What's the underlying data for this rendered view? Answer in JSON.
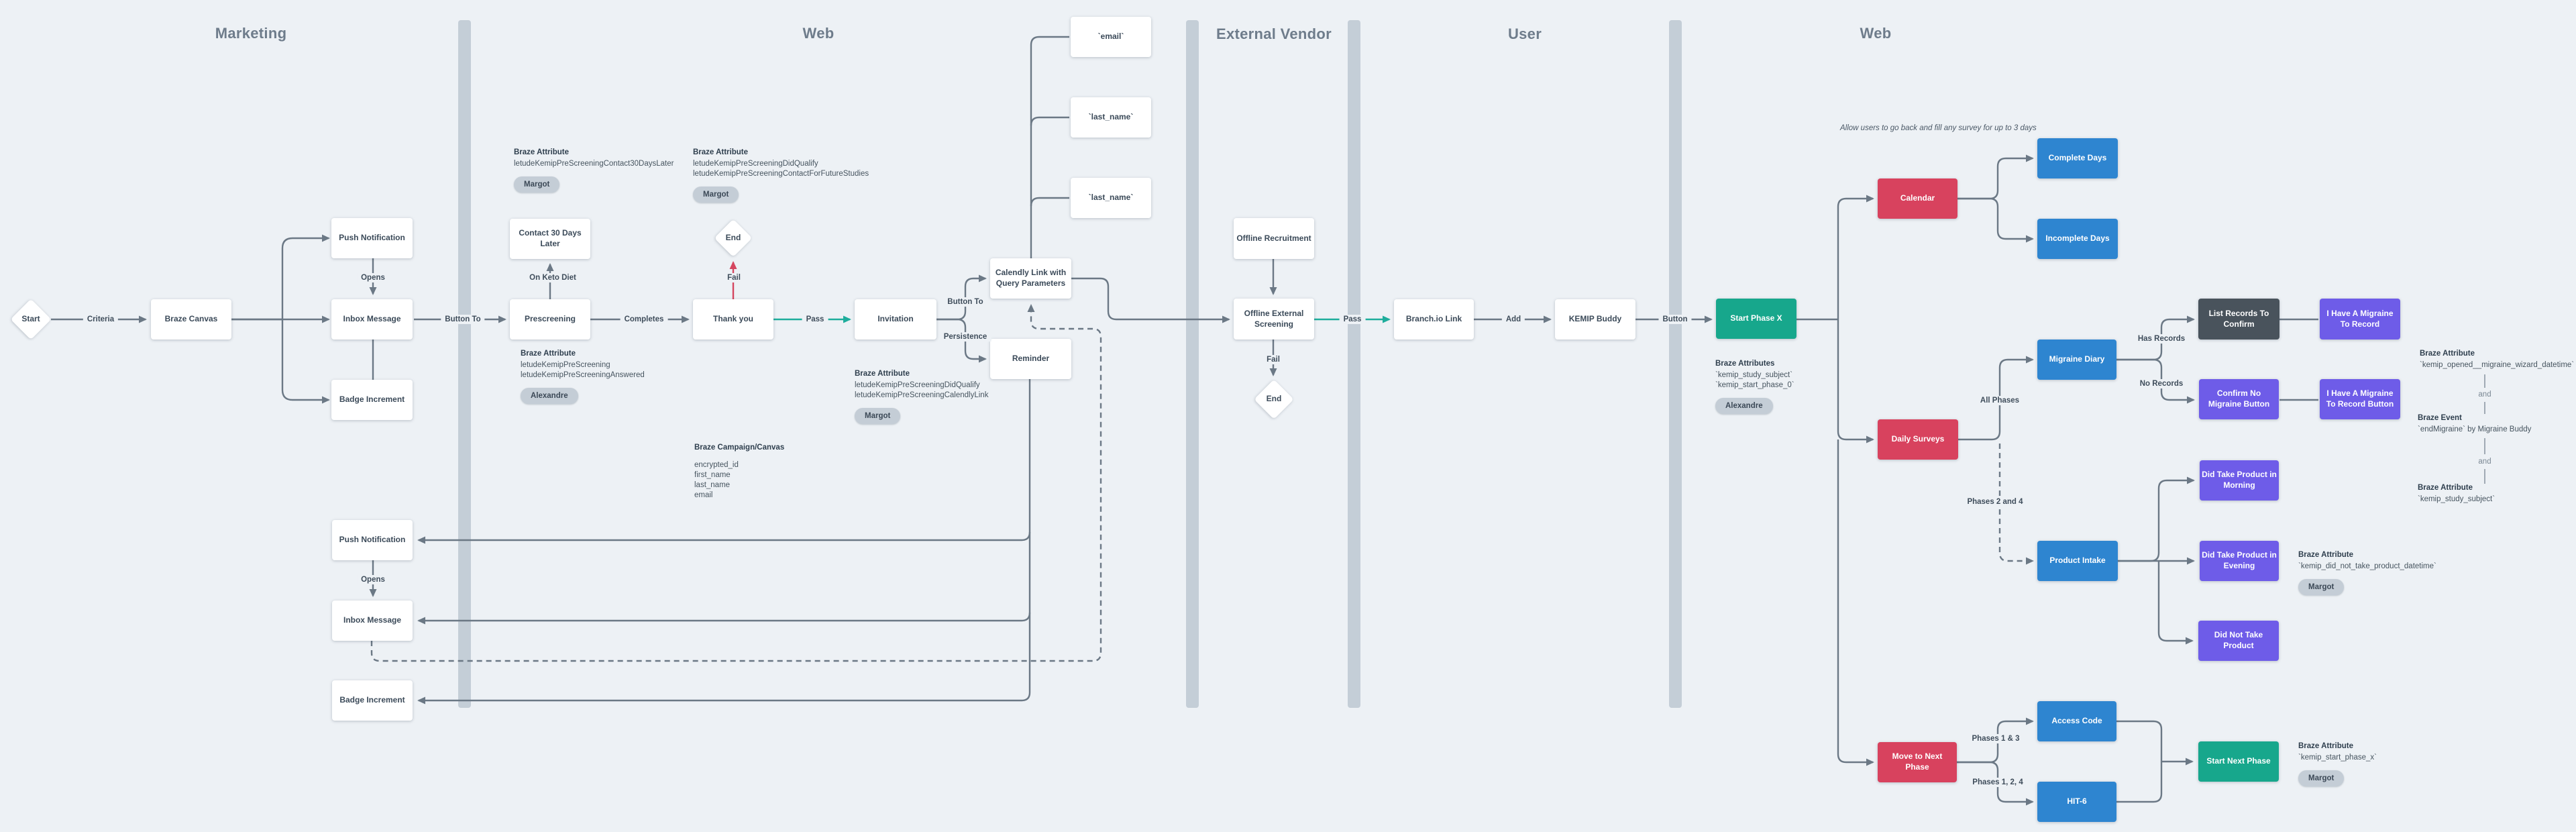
{
  "lanes": {
    "marketing": "Marketing",
    "web-1": "Web",
    "external-vendor": "External Vendor",
    "user": "User",
    "web-2": "Web"
  },
  "nodes": {
    "start": "Start",
    "braze-canvas": "Braze Canvas",
    "push-notification-1": "Push Notification",
    "inbox-message-1": "Inbox Message",
    "badge-increment-1": "Badge Increment",
    "contact-30-days-later": "Contact 30 Days Later",
    "prescreening": "Prescreening",
    "end-1": "End",
    "thank-you": "Thank you",
    "invitation": "Invitation",
    "calendly-link": "Calendly Link with Query Parameters",
    "reminder": "Reminder",
    "email-param": "`email`",
    "last-name-param-1": "`last_name`",
    "last-name-param-2": "`last_name`",
    "push-notification-2": "Push Notification",
    "inbox-message-2": "Inbox Message",
    "badge-increment-2": "Badge Increment",
    "offline-recruitment": "Offline Recruitment",
    "offline-external-screening": "Offline External Screening",
    "end-2": "End",
    "branch-io-link": "Branch.io Link",
    "kemip-buddy": "KEMIP Buddy",
    "start-phase-x": "Start Phase X",
    "calendar": "Calendar",
    "complete-days": "Complete Days",
    "incomplete-days": "Incomplete Days",
    "daily-surveys": "Daily Surveys",
    "migraine-diary": "Migraine Diary",
    "list-records-to-confirm": "List Records To Confirm",
    "i-have-a-migraine-to-record": "I Have A Migraine To Record",
    "confirm-no-migraine-button": "Confirm No Migraine Button",
    "i-have-a-migraine-to-record-button": "I Have A Migraine To Record Button",
    "did-take-product-in-morning": "Did Take Product in Morning",
    "product-intake": "Product Intake",
    "did-take-product-in-evening": "Did Take Product in Evening",
    "did-not-take-product": "Did Not Take Product",
    "move-to-next-phase": "Move to Next Phase",
    "access-code": "Access Code",
    "hit-6": "HIT-6",
    "start-next-phase": "Start Next Phase"
  },
  "edge_labels": {
    "criteria": "Criteria",
    "opens-1": "Opens",
    "button-to-1": "Button To",
    "on-keto-diet": "On Keto Diet",
    "completes": "Completes",
    "fail-1": "Fail",
    "pass-1": "Pass",
    "button-to-2": "Button To",
    "persistence": "Persistence",
    "opens-2": "Opens",
    "fail-2": "Fail",
    "pass-2": "Pass",
    "add": "Add",
    "button": "Button",
    "all-phases": "All Phases",
    "phases-2-and-4": "Phases 2 and 4",
    "has-records": "Has Records",
    "no-records": "No Records",
    "phases-1-and-3": "Phases 1 & 3",
    "phases-1-2-4": "Phases 1, 2, 4",
    "and-1": "and",
    "and-2": "and"
  },
  "annotations": {
    "attr-contact-30": {
      "title": "Braze Attribute",
      "lines": [
        "letudeKemipPreScreeningContact30DaysLater"
      ],
      "badge": "Margot"
    },
    "attr-did-qualify-future": {
      "title": "Braze Attribute",
      "lines": [
        "letudeKemipPreScreeningDidQualify",
        "letudeKemipPreScreeningContactForFutureStudies"
      ],
      "badge": "Margot"
    },
    "attr-prescreening": {
      "title": "Braze Attribute",
      "lines": [
        "letudeKemipPreScreening",
        "letudeKemipPreScreeningAnswered"
      ],
      "badge": "Alexandre"
    },
    "attr-calendly": {
      "title": "Braze Attribute",
      "lines": [
        "letudeKemipPreScreeningDidQualify",
        "letudeKemipPreScreeningCalendlyLink"
      ],
      "badge": "Margot"
    },
    "campaign-canvas": {
      "title": "Braze Campaign/Canvas",
      "lines": [
        "encrypted_id",
        "first_name",
        "last_name",
        "email"
      ]
    },
    "attrs-start-phase": {
      "title": "Braze Attributes",
      "lines": [
        "`kemip_study_subject`",
        "`kemip_start_phase_0`"
      ],
      "badge": "Alexandre"
    },
    "attr-wizard": {
      "title": "Braze Attribute",
      "lines": [
        "`kemip_opened__migraine_wizard_datetime`"
      ]
    },
    "event-end-migraine": {
      "title": "Braze Event",
      "lines": [
        "`endMigraine` by Migraine Buddy"
      ]
    },
    "attr-study-subject": {
      "title": "Braze Attribute",
      "lines": [
        "`kemip_study_subject`"
      ]
    },
    "attr-did-not-take": {
      "title": "Braze Attribute",
      "lines": [
        "`kemip_did_not_take_product_datetime`"
      ],
      "badge": "Margot"
    },
    "attr-start-phase-x": {
      "title": "Braze Attribute",
      "lines": [
        "`kemip_start_phase_x`"
      ],
      "badge": "Margot"
    }
  },
  "note": "Allow users to go back and fill any survey for up to 3 days",
  "colors": {
    "background": "#edf1f5",
    "line": "#6b7885",
    "teal_node": "#17a78c",
    "teal_line": "#1ead9c",
    "red_node": "#d8425e",
    "red_line": "#d5465f",
    "blue_node": "#2e85d0",
    "purple_node": "#6e5ce8",
    "dark_node": "#49535c",
    "badge_bg": "#c4cdd6",
    "lane_bar": "#c4ced7",
    "lane_title": "#6e7c8b",
    "node_text": "#3b4a59"
  }
}
